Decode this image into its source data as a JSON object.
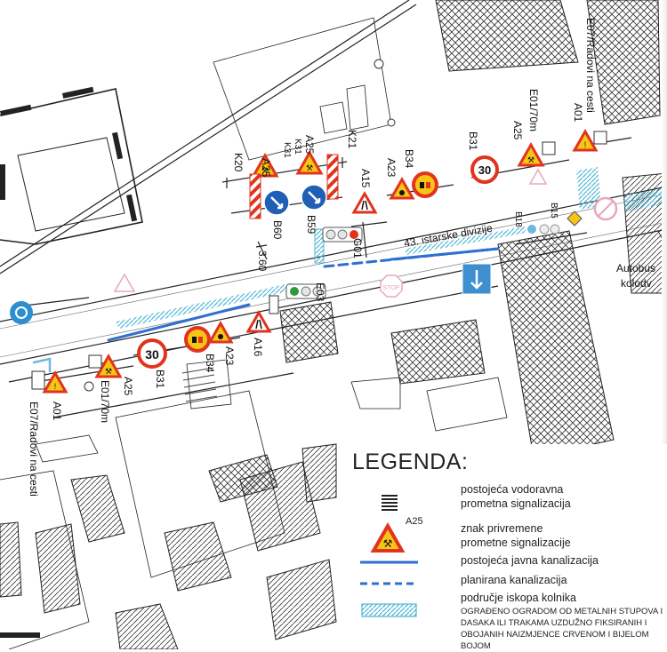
{
  "map": {
    "street_name": "43. istarske divizije",
    "bus_station": [
      "Autobus",
      "kolodv"
    ],
    "dimension": "3.60",
    "signs": {
      "a25": "A25",
      "a23": "A23",
      "a16": "A16",
      "a15": "A15",
      "a01": "A01",
      "b31": "B31",
      "b34": "B34",
      "b59": "B59",
      "b60": "B60",
      "k20": "K20",
      "k21": "K21",
      "k31": "K31",
      "e01": "E01/70m",
      "e07": "E07/Radovi na cesti",
      "e03": "E03",
      "g01": "G01",
      "b18": "B18",
      "b15": "B15",
      "speed": "30",
      "stop": "STOP"
    }
  },
  "legend": {
    "title": "LEGENDA:",
    "items": [
      {
        "text": [
          "postojeća vodoravna",
          "prometna signalizacija"
        ]
      },
      {
        "sign_code": "A25",
        "text": [
          "znak privremene",
          "prometne signalizacije"
        ]
      },
      {
        "text": [
          "postojeća javna kanalizacija"
        ]
      },
      {
        "text": [
          "planirana kanalizacija"
        ]
      },
      {
        "text": [
          "područje iskopa kolnika"
        ]
      }
    ],
    "note": "ograđeno ogradom od metalnih stupova i dasaka ili trakama uzdužno fiksiranih i obojanih naizmjence crvenom i bijelom bojom"
  },
  "colors": {
    "sewer": "#2f6fd0",
    "warning_red": "#e0341f",
    "warning_yellow": "#f7c515",
    "mandatory_blue": "#1f5fb5",
    "hatch_cyan": "#4fb6d8"
  }
}
